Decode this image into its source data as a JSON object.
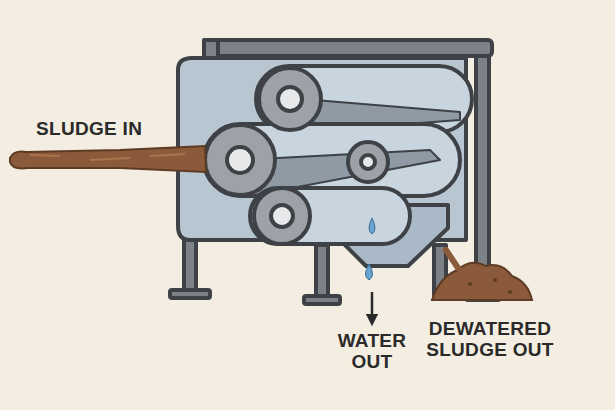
{
  "diagram": {
    "labels": [
      "SLUDGE IN",
      "WATER OUT",
      "DEWATERED SLUDGE OUT"
    ]
  }
}
